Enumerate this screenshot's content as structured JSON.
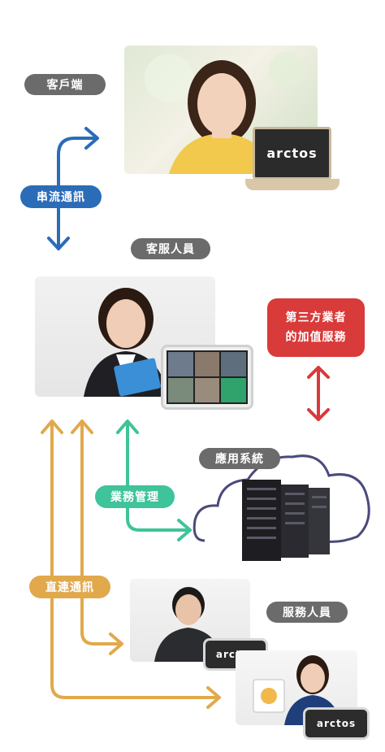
{
  "labels": {
    "client": "客戶端",
    "streaming": "串流通訊",
    "cs_staff": "客服人員",
    "third_party_line1": "第三方業者",
    "third_party_line2": "的加值服務",
    "app_system": "應用系統",
    "business_mgmt": "業務管理",
    "direct_comm": "直連通訊",
    "service_staff": "服務人員"
  },
  "brand": "arctos",
  "colors": {
    "blue": "#2b6cb8",
    "green": "#3ec39a",
    "gold": "#e1a94c",
    "red": "#d93a3a",
    "gray": "#6b6b6b",
    "cloud": "#4a4a7a"
  }
}
